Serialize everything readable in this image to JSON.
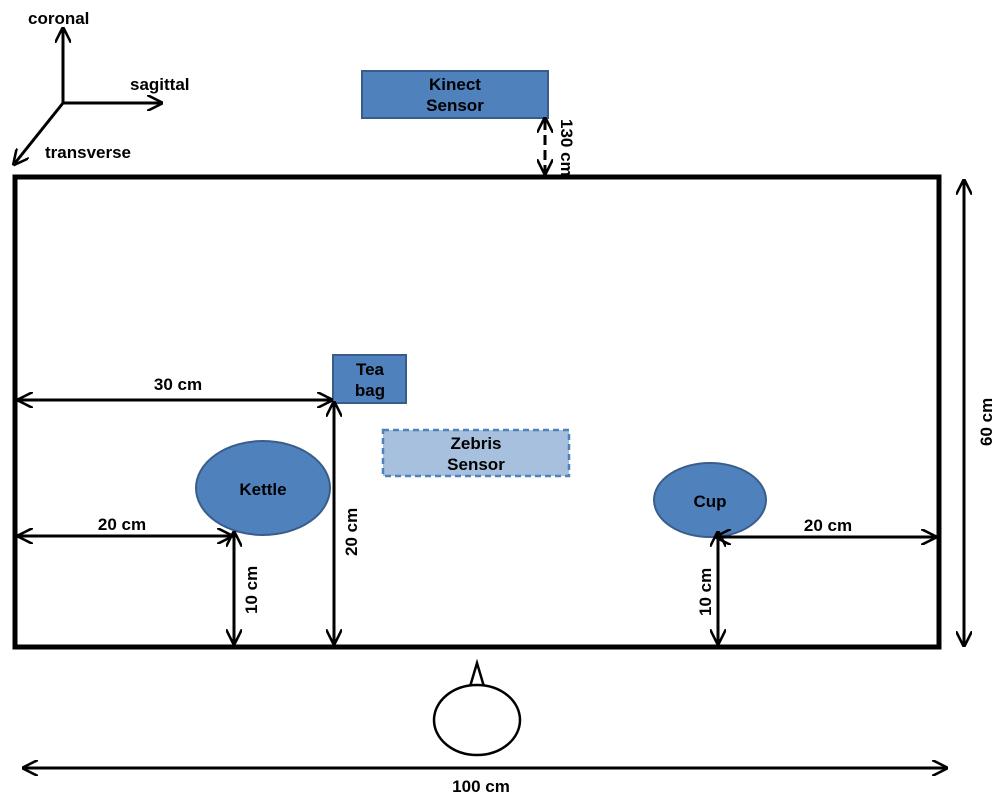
{
  "axes": {
    "coronal": "coronal",
    "sagittal": "sagittal",
    "transverse": "transverse"
  },
  "objects": {
    "kinect_sensor": {
      "line1": "Kinect",
      "line2": "Sensor",
      "fill": "#4f81bd",
      "stroke": "#385d8a"
    },
    "tea_bag": {
      "line1": "Tea",
      "line2": "bag",
      "fill": "#4f81bd",
      "stroke": "#385d8a"
    },
    "zebris_sensor": {
      "line1": "Zebris",
      "line2": "Sensor",
      "fill": "#a7c0de",
      "stroke": "#4f81bd"
    },
    "kettle": {
      "label": "Kettle",
      "fill": "#4f81bd",
      "stroke": "#385d8a"
    },
    "cup": {
      "label": "Cup",
      "fill": "#4f81bd",
      "stroke": "#385d8a"
    }
  },
  "dimensions": {
    "kinect_height": "130 cm",
    "table_depth": "60 cm",
    "teabag_from_left": "30 cm",
    "kettle_from_left": "20 cm",
    "cup_from_right": "20 cm",
    "kettle_from_front": "10 cm",
    "teabag_from_front": "20 cm",
    "cup_from_front": "10 cm",
    "room_width": "100 cm"
  }
}
